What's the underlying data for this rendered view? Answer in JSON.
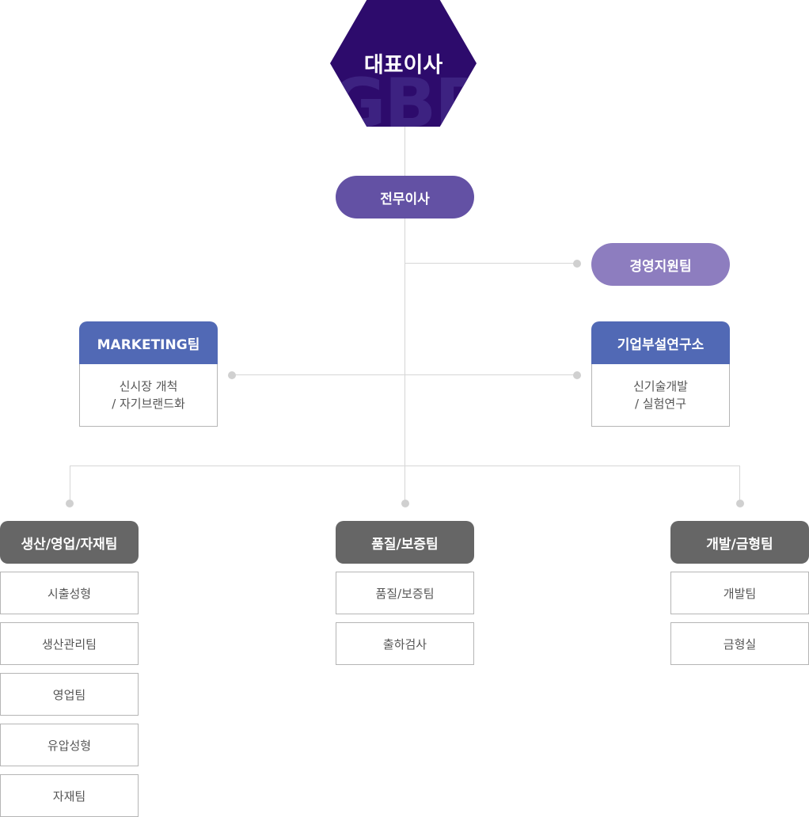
{
  "ceo": {
    "label": "대표이사",
    "watermark": "GBP"
  },
  "exec": {
    "label": "전무이사"
  },
  "support": {
    "label": "경영지원팀"
  },
  "marketing": {
    "label": "MARKETING팀",
    "lines": [
      "신시장 개척",
      "/ 자기브랜드화"
    ]
  },
  "research": {
    "label": "기업부설연구소",
    "lines": [
      "신기술개발",
      "/ 실험연구"
    ]
  },
  "teams": [
    {
      "label": "생산/영업/자재팀",
      "items": [
        "시출성형",
        "생산관리팀",
        "영업팀",
        "유압성형",
        "자재팀"
      ]
    },
    {
      "label": "품질/보증팀",
      "items": [
        "품질/보증팀",
        "출하검사"
      ]
    },
    {
      "label": "개발/금형팀",
      "items": [
        "개발팀",
        "금형실"
      ]
    }
  ],
  "colors": {
    "ceo": "#2d0b6c",
    "exec": "#6351a4",
    "support": "#8d7dbf",
    "card_head": "#5169b5",
    "team_head": "#666666",
    "connector": "#d6d6d6"
  }
}
